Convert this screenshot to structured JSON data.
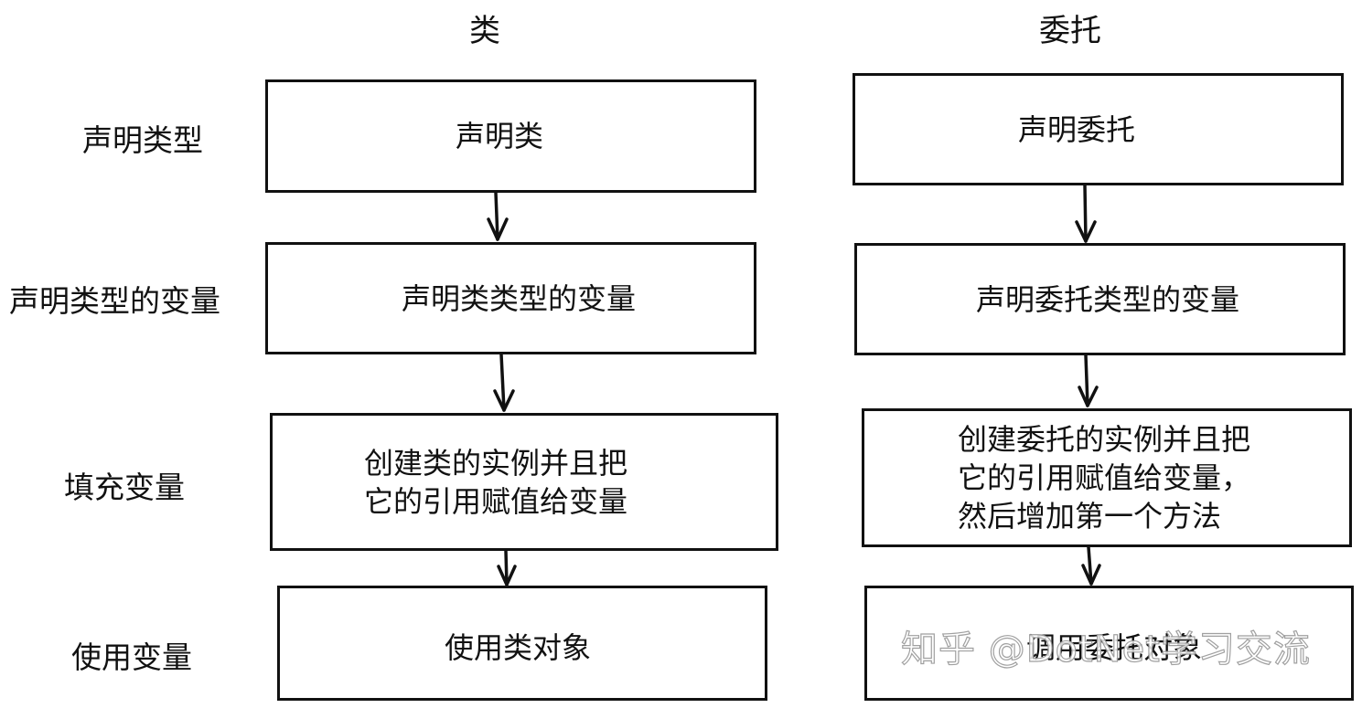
{
  "headers": {
    "class_col": "类",
    "delegate_col": "委托"
  },
  "row_labels": [
    "声明类型",
    "声明类型的变量",
    "填充变量",
    "使用变量"
  ],
  "class_steps": [
    "声明类",
    "声明类类型的变量",
    "创建类的实例并且把\n它的引用赋值给变量",
    "使用类对象"
  ],
  "delegate_steps": [
    "声明委托",
    "声明委托类型的变量",
    "创建委托的实例并且把\n它的引用赋值给变量，\n然后增加第一个方法",
    "调用委托对象"
  ],
  "watermark": "知乎 @DotNet学习交流",
  "colors": {
    "stroke": "#111111",
    "background": "#ffffff"
  }
}
